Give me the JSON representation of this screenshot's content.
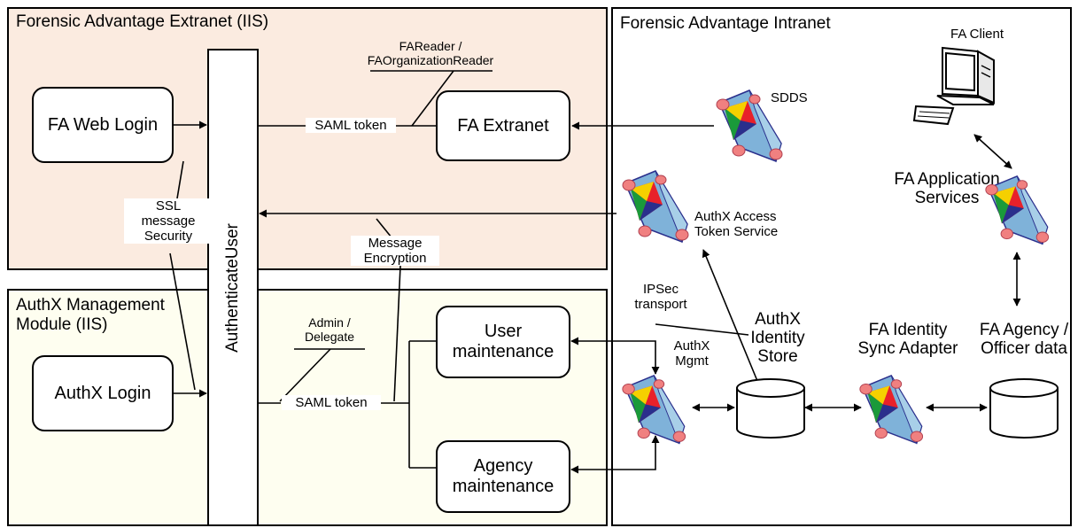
{
  "zones": {
    "extranet_title": "Forensic Advantage Extranet (IIS)",
    "authx_title": "AuthX Management\nModule (IIS)",
    "intranet_title": "Forensic Advantage Intranet"
  },
  "boxes": {
    "authenticate_user": "AuthenticateUser",
    "fa_web_login": "FA Web Login",
    "fa_extranet": "FA Extranet",
    "authx_login": "AuthX Login",
    "user_maintenance": "User\nmaintenance",
    "agency_maintenance": "Agency\nmaintenance"
  },
  "labels": {
    "fareader": "FAReader /\nFAOrganizationReader",
    "saml_token_top": "SAML token",
    "ssl_security": "SSL\nmessage\nSecurity",
    "message_encryption": "Message\nEncryption",
    "admin_delegate": "Admin /\nDelegate",
    "saml_token_bottom": "SAML token",
    "sdds": "SDDS",
    "fa_client": "FA Client",
    "fa_application_services": "FA Application\nServices",
    "authx_access_token_service": "AuthX Access\nToken Service",
    "ipsec_transport": "IPSec\ntransport",
    "authx_mgmt": "AuthX\nMgmt",
    "authx_identity_store": "AuthX\nIdentity\nStore",
    "fa_identity_sync_adapter": "FA Identity\nSync Adapter",
    "fa_agency_officer_data": "FA Agency /\nOfficer data"
  },
  "icons": {
    "service": "service-prism-icon",
    "database": "database-cylinder-icon",
    "computer": "desktop-computer-icon"
  },
  "colors": {
    "extranet_bg": "#fbebe0",
    "authx_bg": "#fefef0",
    "prism_blue": "#7fb2d9",
    "prism_red": "#e8212a",
    "prism_green": "#1a9a3a",
    "prism_yellow": "#f5d000",
    "prism_navy": "#2a2f8c",
    "cap_pink": "#f08080"
  }
}
